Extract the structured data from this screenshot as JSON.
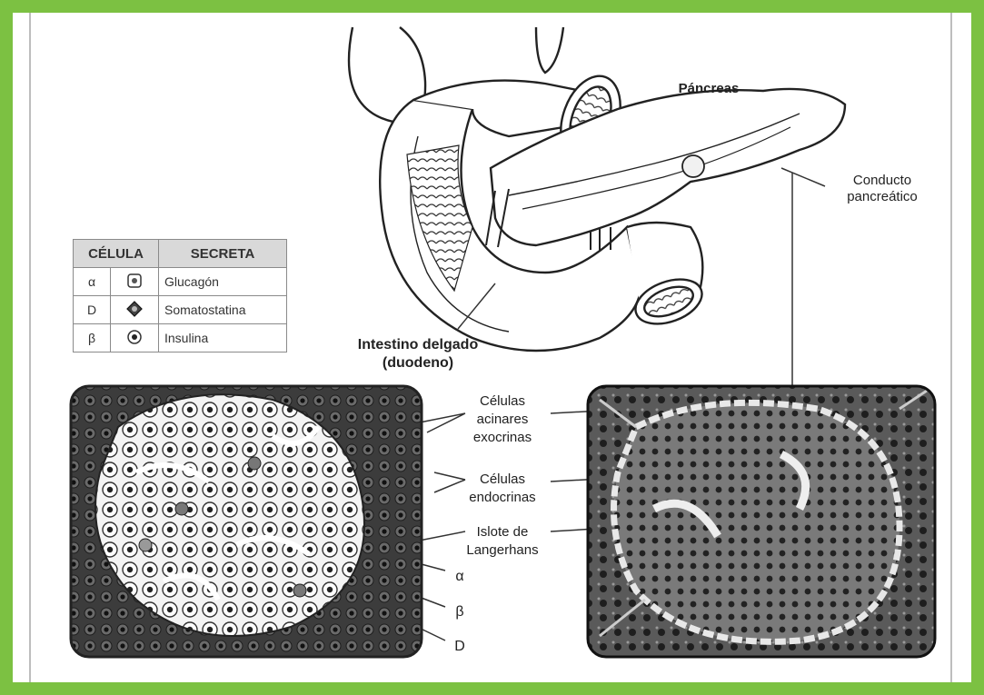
{
  "labels": {
    "pancreas": "Páncreas",
    "duct_line1": "Conducto",
    "duct_line2": "pancreático",
    "intestine_line1": "Intestino delgado",
    "intestine_line2": "(duodeno)",
    "acinar_line1": "Células",
    "acinar_line2": "acinares",
    "acinar_line3": "exocrinas",
    "endocrine_line1": "Células",
    "endocrine_line2": "endocrinas",
    "islet_line1": "Islote de",
    "islet_line2": "Langerhans",
    "alpha": "α",
    "beta": "β",
    "delta": "D"
  },
  "table": {
    "header_cell": "CÉLULA",
    "header_secretes": "SECRETA",
    "rows": [
      {
        "cell": "α",
        "icon": "alpha-cell-icon",
        "secretes": "Glucagón"
      },
      {
        "cell": "D",
        "icon": "delta-cell-icon",
        "secretes": "Somatostatina"
      },
      {
        "cell": "β",
        "icon": "beta-cell-icon",
        "secretes": "Insulina"
      }
    ]
  },
  "colors": {
    "frame": "#7cc142",
    "ink": "#222222"
  }
}
